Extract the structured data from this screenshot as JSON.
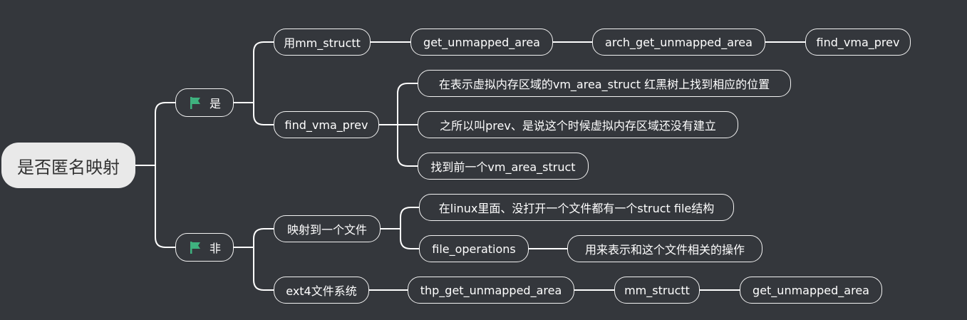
{
  "root": "是否匿名映射",
  "branches": {
    "yes": {
      "label": "是",
      "icon": "flag-icon",
      "icon_color": "#3fb27f",
      "mm": {
        "label": "用mm_structt",
        "chain": [
          "get_unmapped_area",
          "arch_get_unmapped_area",
          "find_vma_prev"
        ]
      },
      "find": {
        "label": "find_vma_prev",
        "notes": [
          "在表示虚拟内存区域的vm_area_struct 红黑树上找到相应的位置",
          "之所以叫prev、是说这个时候虚拟内存区域还没有建立",
          "找到前一个vm_area_struct"
        ]
      }
    },
    "no": {
      "label": "非",
      "icon": "flag-icon",
      "icon_color": "#3fb27f",
      "file": {
        "label": "映射到一个文件",
        "note": "在linux里面、没打开一个文件都有一个struct file结构",
        "ops": "file_operations",
        "ops_desc": "用来表示和这个文件相关的操作"
      },
      "ext4": {
        "label": "ext4文件系统",
        "chain": [
          "thp_get_unmapped_area",
          "mm_structt",
          "get_unmapped_area"
        ]
      }
    }
  }
}
